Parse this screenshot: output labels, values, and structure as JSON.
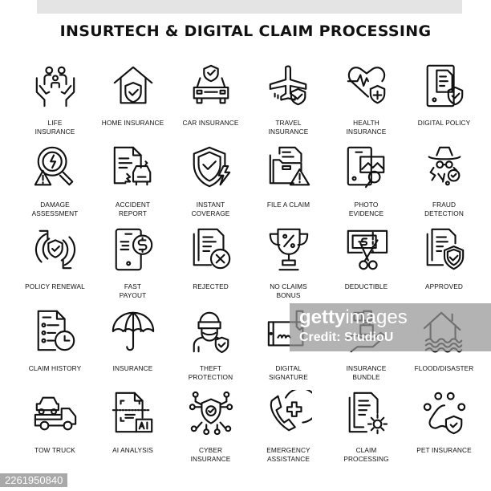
{
  "header": {
    "title": "INSURTECH & DIGITAL CLAIM PROCESSING"
  },
  "icons": [
    {
      "label": "LIFE\nINSURANCE",
      "icon": "family-in-hands-icon"
    },
    {
      "label": "HOME INSURANCE",
      "icon": "house-shield-icon"
    },
    {
      "label": "CAR INSURANCE",
      "icon": "car-shield-icon"
    },
    {
      "label": "TRAVEL\nINSURANCE",
      "icon": "plane-shield-icon"
    },
    {
      "label": "HEALTH\nINSURANCE",
      "icon": "heartbeat-shield-icon"
    },
    {
      "label": "DIGITAL POLICY",
      "icon": "tablet-document-shield-icon"
    },
    {
      "label": "DAMAGE\nASSESSMENT",
      "icon": "magnifier-warning-icon"
    },
    {
      "label": "ACCIDENT\nREPORT",
      "icon": "document-crashed-car-icon"
    },
    {
      "label": "INSTANT\nCOVERAGE",
      "icon": "shield-lightning-icon"
    },
    {
      "label": "FILE A CLAIM",
      "icon": "folder-warning-icon"
    },
    {
      "label": "PHOTO\nEVIDENCE",
      "icon": "tablet-photo-magnifier-icon"
    },
    {
      "label": "FRAUD\nDETECTION",
      "icon": "spy-detective-icon"
    },
    {
      "label": "POLICY RENEWAL",
      "icon": "renewal-arrows-shield-icon"
    },
    {
      "label": "FAST\nPAYOUT",
      "icon": "phone-dollar-icon"
    },
    {
      "label": "REJECTED",
      "icon": "documents-x-icon"
    },
    {
      "label": "NO CLAIMS\nBONUS",
      "icon": "trophy-percent-icon"
    },
    {
      "label": "DEDUCTIBLE",
      "icon": "banknote-scissors-icon"
    },
    {
      "label": "APPROVED",
      "icon": "documents-shield-check-icon"
    },
    {
      "label": "CLAIM HISTORY",
      "icon": "checklist-clock-icon"
    },
    {
      "label": "INSURANCE",
      "icon": "umbrella-icon"
    },
    {
      "label": "THEFT\nPROTECTION",
      "icon": "thief-shield-icon"
    },
    {
      "label": "DIGITAL\nSIGNATURE",
      "icon": "tablet-signature-icon"
    },
    {
      "label": "INSURANCE\nBUNDLE",
      "icon": "hand-bundle-icon"
    },
    {
      "label": "FLOOD/DISASTER",
      "icon": "house-flood-icon"
    },
    {
      "label": "TOW TRUCK",
      "icon": "tow-truck-icon"
    },
    {
      "label": "AI ANALYSIS",
      "icon": "document-ai-scan-icon"
    },
    {
      "label": "CYBER\nINSURANCE",
      "icon": "circuit-shield-icon"
    },
    {
      "label": "EMERGENCY\nASSISTANCE",
      "icon": "phone-medical-cross-icon"
    },
    {
      "label": "CLAIM\nPROCESSING",
      "icon": "documents-gear-icon"
    },
    {
      "label": "PET INSURANCE",
      "icon": "paw-shield-icon"
    }
  ],
  "watermark": {
    "brand_bold": "getty",
    "brand_light": "images",
    "credit": "Credit: StudioU"
  },
  "stock_id": "2261950840"
}
